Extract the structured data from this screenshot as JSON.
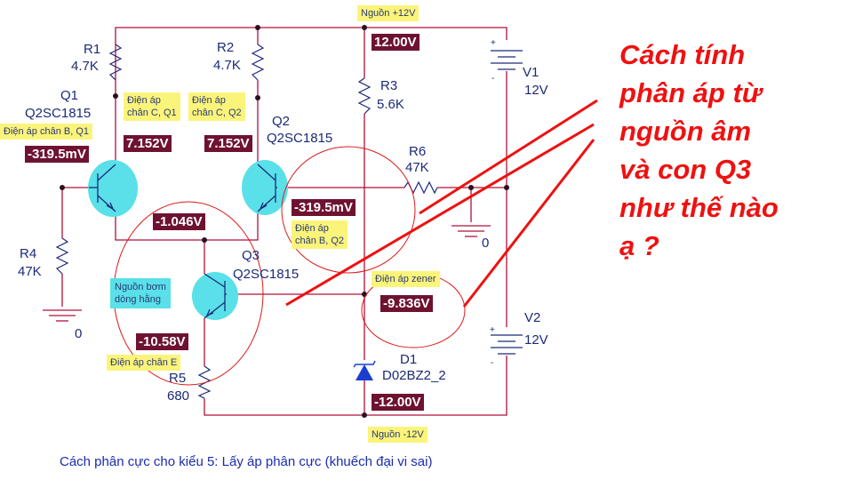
{
  "components": {
    "R1": {
      "name": "R1",
      "value": "4.7K"
    },
    "R2": {
      "name": "R2",
      "value": "4.7K"
    },
    "R3": {
      "name": "R3",
      "value": "5.6K"
    },
    "R4": {
      "name": "R4",
      "value": "47K"
    },
    "R5": {
      "name": "R5",
      "value": "680"
    },
    "R6": {
      "name": "R6",
      "value": "47K"
    },
    "Q1": {
      "name": "Q1",
      "model": "Q2SC1815"
    },
    "Q2": {
      "name": "Q2",
      "model": "Q2SC1815"
    },
    "Q3": {
      "name": "Q3",
      "model": "Q2SC1815"
    },
    "V1": {
      "name": "V1",
      "value": "12V"
    },
    "V2": {
      "name": "V2",
      "value": "12V"
    },
    "D1": {
      "name": "D1",
      "model": "D02BZ2_2"
    },
    "ground_label": "0",
    "plus": "+",
    "minus": "-"
  },
  "voltages": {
    "vcc": "12.00V",
    "q1_c": "7.152V",
    "q2_c": "7.152V",
    "q1_b": "-319.5mV",
    "q2_b": "-319.5mV",
    "emitters": "-1.046V",
    "zener": "-9.836V",
    "q3_e": "-10.58V",
    "vee": "-12.00V"
  },
  "notes": {
    "vcc": "Nguồn +12V",
    "q1_c": [
      "Điện áp",
      "chân C, Q1"
    ],
    "q2_c": [
      "Điện áp",
      "chân C, Q2"
    ],
    "q1_b": "Điện áp chân B, Q1",
    "q2_b": [
      "Điện áp",
      "chân B, Q2"
    ],
    "zener": "Điện áp zener",
    "q3_e": "Điện áp chân E",
    "vee": "Nguồn -12V",
    "current_source": [
      "Nguồn bơm",
      "dòng hằng"
    ]
  },
  "question": [
    "Cách tính",
    "phân áp từ",
    "nguồn âm",
    "và con Q3",
    "như thế nào",
    "ạ ?"
  ],
  "caption": "Cách phân cực cho kiểu 5: Lấy áp phân cực (khuếch đại vi sai)",
  "colors": {
    "wire": "#b0103a",
    "label": "#1b2a78",
    "probe": "#6e1230",
    "note": "#fbf47a",
    "highlight": "#59e0e8",
    "annotation": "#ee1111"
  }
}
